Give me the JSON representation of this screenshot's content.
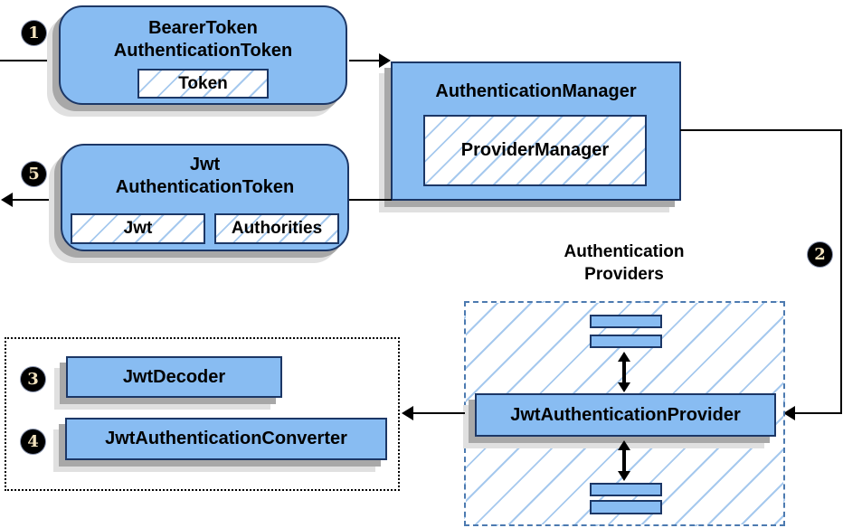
{
  "palette": {
    "box_fill": "#88bcf2",
    "box_border": "#1c3766",
    "hatch_line": "#a6c9ee",
    "providers_dash_border": "#4c7ab0",
    "dotted_border": "#000000",
    "shadow_dark": "#a8a8a8",
    "shadow_light": "#e0e0e0",
    "step_circle_fill": "#000000",
    "step_digit_color": "#f2e2bd"
  },
  "steps": [
    "1",
    "2",
    "3",
    "4",
    "5"
  ],
  "nodes": {
    "bearer_token": {
      "title_line1": "BearerToken",
      "title_line2": "AuthenticationToken",
      "token": "Token"
    },
    "auth_manager": {
      "title": "AuthenticationManager",
      "provider_manager": "ProviderManager"
    },
    "jwt_token": {
      "title_line1": "Jwt",
      "title_line2": "AuthenticationToken",
      "jwt": "Jwt",
      "authorities": "Authorities"
    },
    "providers": {
      "label_line1": "Authentication",
      "label_line2": "Providers",
      "jwt_authentication_provider": "JwtAuthenticationProvider"
    },
    "decoder_group": {
      "jwt_decoder": "JwtDecoder",
      "jwt_authentication_converter": "JwtAuthenticationConverter"
    }
  }
}
